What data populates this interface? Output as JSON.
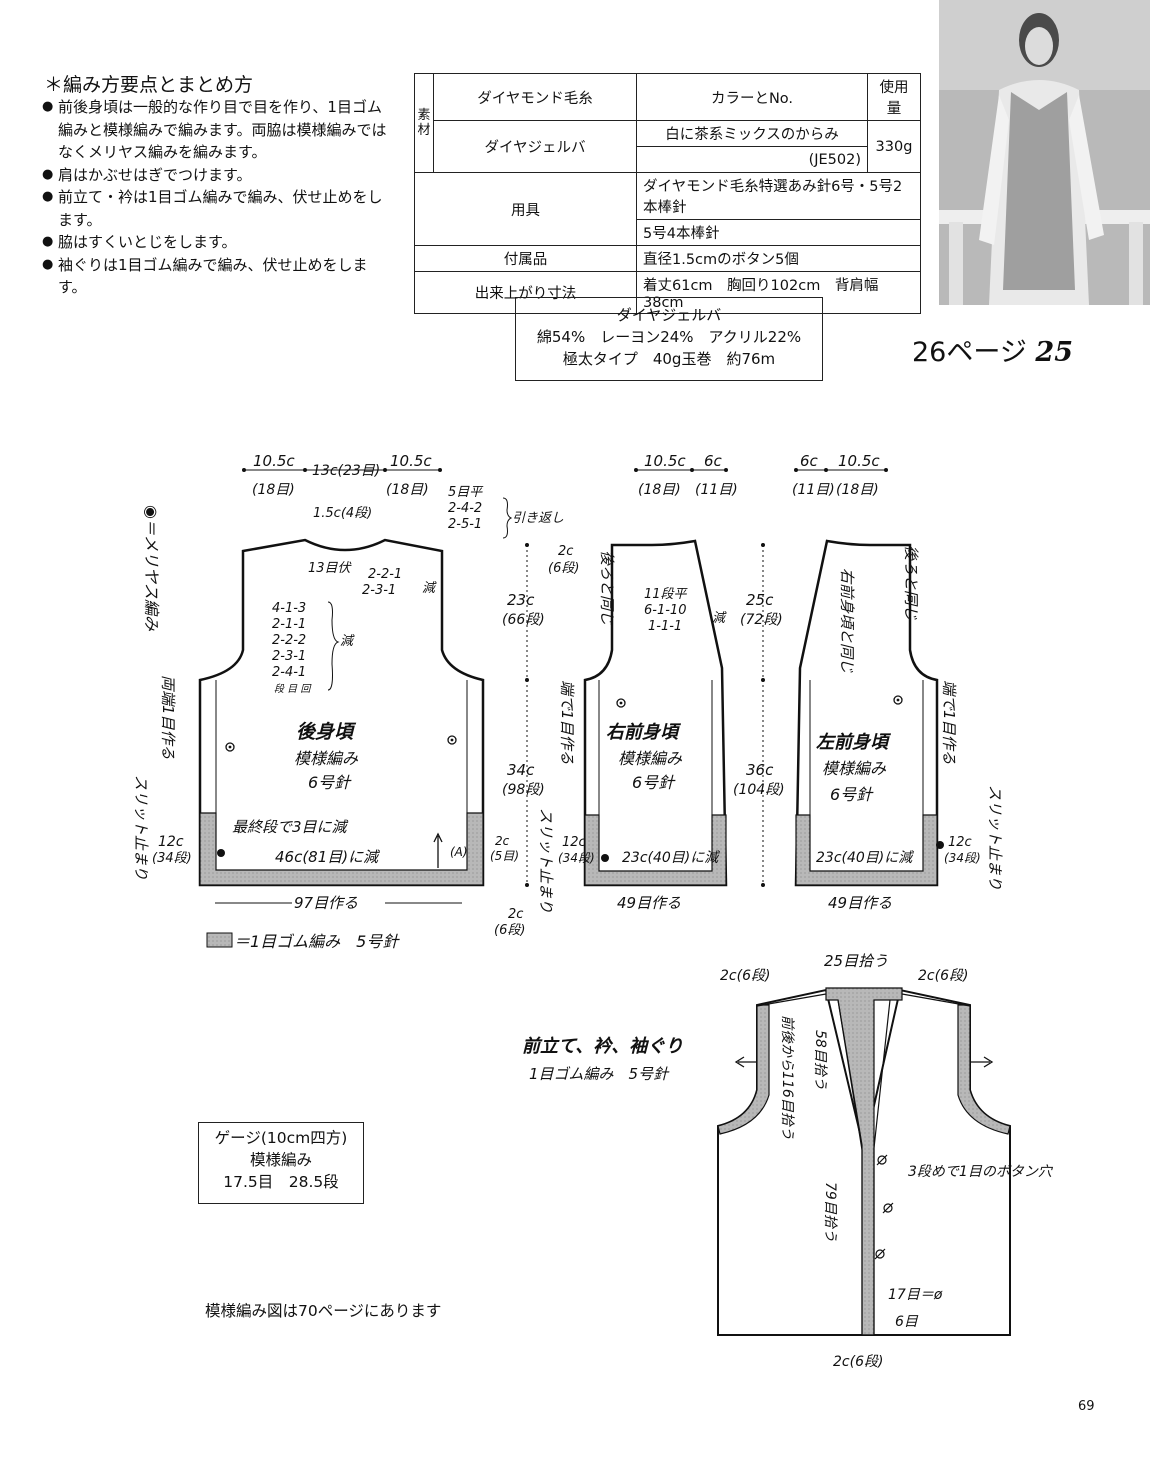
{
  "points": {
    "heading": "＊編み方要点とまとめ方",
    "items": [
      "前後身頃は一般的な作り目で目を作り、1目ゴム編みと模様編みで編みます。両脇は模様編みではなくメリヤス編みを編みます。",
      "肩はかぶせはぎでつけます。",
      "前立て・衿は1目ゴム編みで編み、伏せ止めをします。",
      "脇はすくいとじをします。",
      "袖ぐりは1目ゴム編みで編み、伏せ止めをします。"
    ]
  },
  "spec": {
    "material_label": "素材",
    "h_brand": "ダイヤモンド毛糸",
    "h_color": "カラーとNo.",
    "h_amount": "使用量",
    "yarn_name": "ダイヤジェルバ",
    "color": "白に茶系ミックスのからみ",
    "color_no": "(JE502)",
    "amount": "330g",
    "tools_label": "用具",
    "tools_1": "ダイヤモンド毛糸特選あみ針6号・5号2本棒針",
    "tools_2": "5号4本棒針",
    "acc_label": "付属品",
    "acc": "直径1.5cmのボタン5個",
    "size_label": "出来上がり寸法",
    "size": "着丈61cm　胸回り102cm　背肩幅38cm"
  },
  "yarn_info": {
    "name": "ダイヤジェルバ",
    "composition": "綿54%　レーヨン24%　アクリル22%",
    "weight": "極太タイプ　40g玉巻　約76m"
  },
  "page_ref": {
    "prefix": "26ページ",
    "number": "25"
  },
  "diagram": {
    "legend_meriyasu": "◉＝メリヤス編み",
    "legend_rib": "＝1目ゴム編み　5号針",
    "back": {
      "w1": "10.5c",
      "w1b": "(18目)",
      "w2": "13c(23目)",
      "w3": "10.5c",
      "w3b": "(18目)",
      "neck_depth": "1.5c(4段)",
      "neck_bind": "13目伏",
      "neck_dec": [
        "2-2-1",
        "2-3-1"
      ],
      "neck_dec_label": "減",
      "shoulder": [
        "5目平",
        "2-4-2",
        "2-5-1"
      ],
      "shoulder_label": "引き返し",
      "arm_dec": [
        "4-1-3",
        "2-1-1",
        "2-2-2",
        "2-3-1",
        "2-4-1"
      ],
      "arm_dec_hdr": "段 目 回",
      "arm_dec_label": "減",
      "side_inc": "両端1目作る",
      "title": "後身頃",
      "pattern": "模様編み",
      "needle": "6号針",
      "last_row": "最終段で3目に減",
      "dec46": "46c(81目)に減",
      "slit": "スリット止まり",
      "rib_h": "12c",
      "rib_rows": "(34段)",
      "cast_on": "97目作る",
      "mark_a": "(A)",
      "right_2c": "2c",
      "right_5": "(5目)"
    },
    "heights": {
      "top": "2c",
      "top_rows": "(6段)",
      "h23": "23c",
      "h23_rows": "(66段)",
      "h34": "34c",
      "h34_rows": "(98段)",
      "bottom": "2c",
      "bottom_rows": "(6段)",
      "slit": "スリット止まり"
    },
    "right_front": {
      "w1": "10.5c",
      "w1b": "(18目)",
      "w2": "6c",
      "w2b": "(11目)",
      "same_back": "後ろと同じ",
      "neck_dec": [
        "11段平",
        "6-1-10",
        "1-1-1"
      ],
      "neck_dec_label": "減",
      "edge": "端で1目作る",
      "title": "右前身頃",
      "pattern": "模様編み",
      "needle": "6号針",
      "rib_h": "12c",
      "rib_rows": "(34段)",
      "dec23": "23c(40目)に減",
      "cast_on": "49目作る"
    },
    "center_height": {
      "h25": "25c",
      "h25_rows": "(72段)",
      "h36": "36c",
      "h36_rows": "(104段)"
    },
    "left_front": {
      "w1": "6c",
      "w1b": "(11目)",
      "w2": "10.5c",
      "w2b": "(18目)",
      "same_back": "後ろと同じ",
      "same_right": "右前身頃と同じ",
      "edge": "端で1目作る",
      "title": "左前身頃",
      "pattern": "模様編み",
      "needle": "6号針",
      "rib_h": "12c",
      "rib_rows": "(34段)",
      "dec23": "23c(40目)に減",
      "cast_on": "49目作る",
      "slit": "スリット止まり"
    },
    "band": {
      "title": "前立て、衿、袖ぐり",
      "subtitle": "1目ゴム編み　5号針",
      "pick25": "25目拾う",
      "left_2c": "2c(6段)",
      "right_2c": "2c(6段)",
      "bottom_2c": "2c(6段)",
      "pick116": "前後から116目拾う",
      "pick58": "58目拾う",
      "pick79": "79目拾う",
      "buttonhole": "3段めで1目のボタン穴",
      "spacing": "17目＝ø",
      "six": "6目"
    }
  },
  "gauge": {
    "title": "ゲージ(10cm四方)",
    "pattern": "模様編み",
    "value": "17.5目　28.5段"
  },
  "chart_note": "模様編み図は70ページにあります",
  "page_number": "69"
}
